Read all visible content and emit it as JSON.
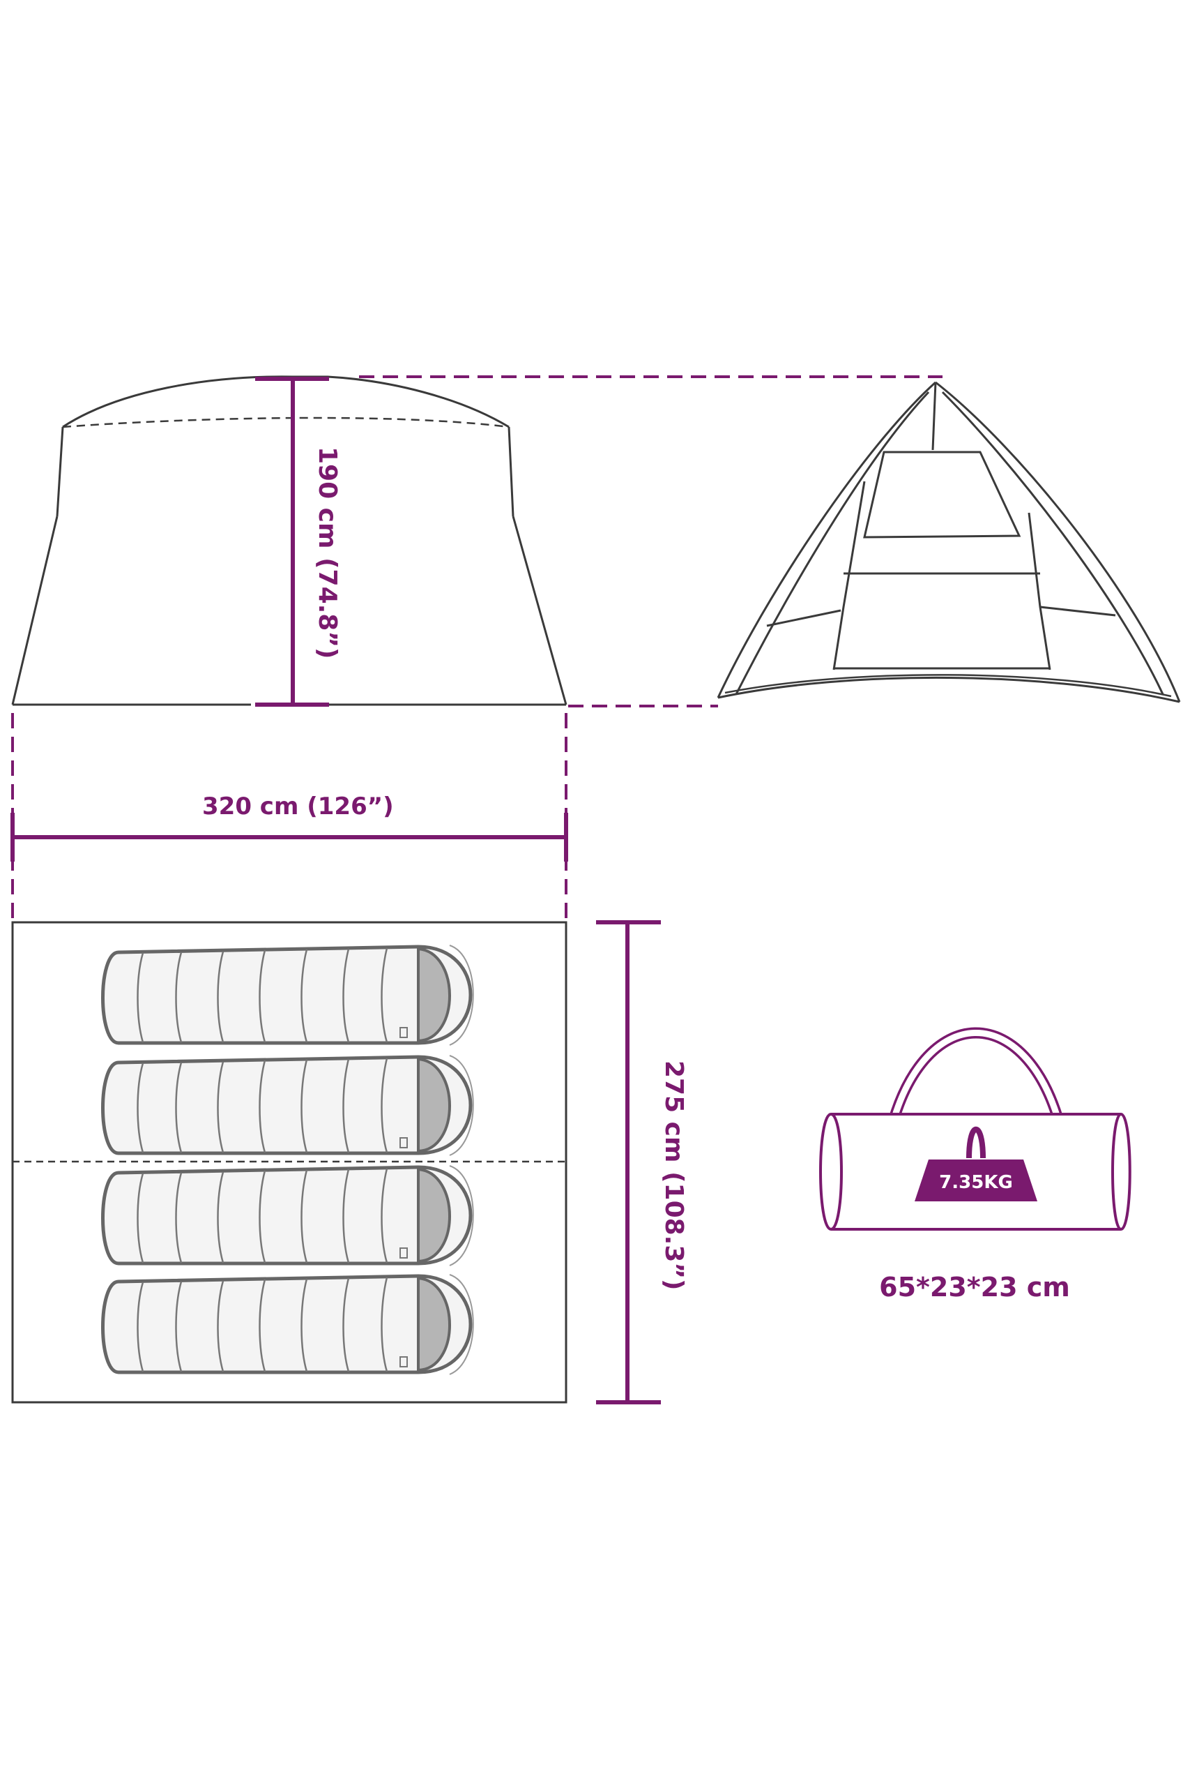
{
  "dimensions": {
    "height_label": "190 cm (74.8”)",
    "width_label": "320 cm (126”)",
    "depth_label": "275 cm (108.3”)",
    "bag_size_label": "65*23*23 cm"
  },
  "bag": {
    "weight_label": "7.35KG"
  },
  "colors": {
    "accent": "#7a1a6e",
    "outline": "#3a3a3a",
    "bag_fill": "#b5b5b5"
  },
  "icons": {
    "tent_side": "tent-side-view-icon",
    "tent_front": "tent-front-view-icon",
    "sleeping_bag": "sleeping-bag-icon",
    "carry_bag": "carry-bag-icon",
    "weight": "weight-icon"
  }
}
